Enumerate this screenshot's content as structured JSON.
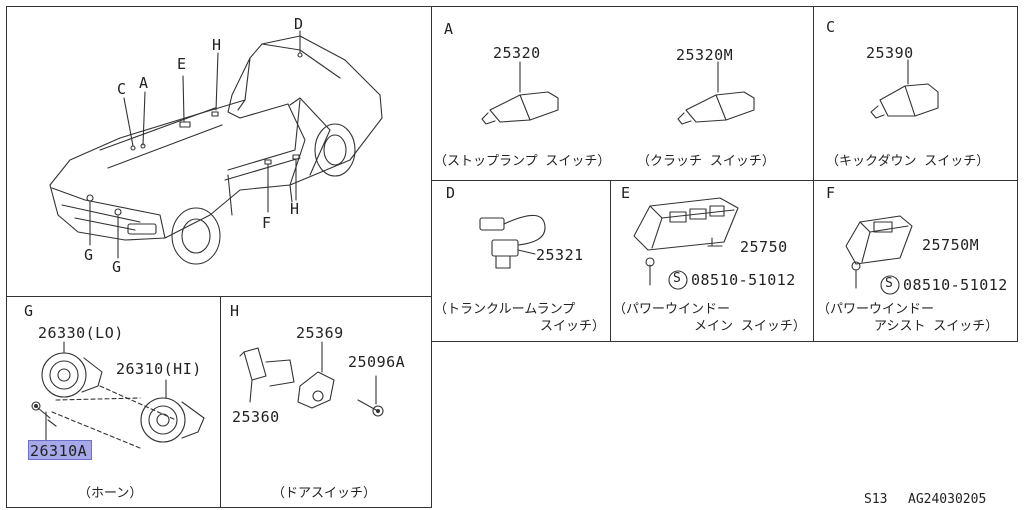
{
  "car_view": {
    "callouts": [
      "C",
      "A",
      "E",
      "H",
      "D",
      "F",
      "H",
      "G",
      "G"
    ]
  },
  "sections": {
    "A": {
      "letter": "A",
      "parts": [
        "25320",
        "25320M"
      ],
      "captions": [
        "（ストップランプ スイッチ）",
        "（クラッチ スイッチ）"
      ]
    },
    "C": {
      "letter": "C",
      "parts": [
        "25390"
      ],
      "captions": [
        "（キックダウン スイッチ）"
      ]
    },
    "D": {
      "letter": "D",
      "parts": [
        "25321"
      ],
      "captions": [
        "（トランクルームランプ",
        "スイッチ）"
      ]
    },
    "E": {
      "letter": "E",
      "parts": [
        "25750",
        "08510-51012"
      ],
      "screw_mark": "S",
      "captions": [
        "（パワーウインドー",
        "メイン スイッチ）"
      ]
    },
    "F": {
      "letter": "F",
      "parts": [
        "25750M",
        "08510-51012"
      ],
      "screw_mark": "S",
      "captions": [
        "（パワーウインドー",
        "アシスト スイッチ）"
      ]
    },
    "G": {
      "letter": "G",
      "parts": [
        "26330(LO)",
        "26310(HI)",
        "26310A"
      ],
      "highlighted": "26310A",
      "captions": [
        "（ホーン）"
      ]
    },
    "H": {
      "letter": "H",
      "parts": [
        "25369",
        "25096A",
        "25360"
      ],
      "captions": [
        "（ドアスイッチ）"
      ]
    }
  },
  "footer": {
    "model": "S13",
    "code": "AG24030205"
  },
  "colors": {
    "line": "#333333",
    "highlight": "#a6a8e8",
    "background": "#ffffff"
  }
}
